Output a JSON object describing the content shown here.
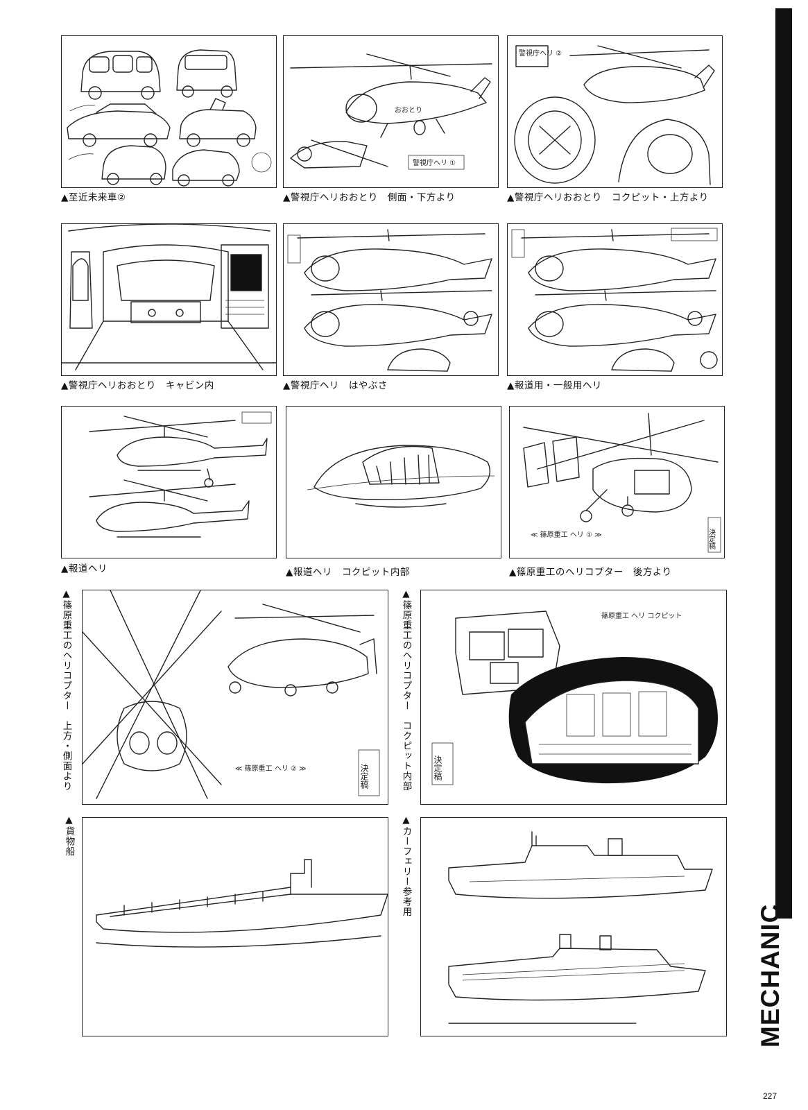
{
  "captions": {
    "c1": "▲至近未来車②",
    "c2": "▲警視庁ヘリおおとり　側面・下方より",
    "c3": "▲警視庁ヘリおおとり　コクピット・上方より",
    "c4": "▲警視庁ヘリおおとり　キャビン内",
    "c5": "▲警視庁ヘリ　はやぶさ",
    "c6": "▲報道用・一般用ヘリ",
    "c7": "▲報道ヘリ",
    "c8": "▲報道ヘリ　コクピット内部",
    "c9": "▲篠原重工のヘリコプター　後方より",
    "c10": "▲篠原重工のヘリコプター　上方・側面より",
    "c11": "▲篠原重工のヘリコプター　コクピット内部",
    "c12": "▲貨物船",
    "c13": "▲カーフェリー参考用"
  },
  "annotations": {
    "a_keishicho1": "警視庁ヘリ ①",
    "a_ootori": "おおとり",
    "a_keishicho2": "警視庁ヘリ ②",
    "a_kettei": "決定稿",
    "a_shinohara1": "≪ 篠原重工 ヘリ ① ≫",
    "a_shinohara2": "≪ 篠原重工 ヘリ ② ≫",
    "a_shinohara_cockpit": "篠原重工 ヘリ コクピット"
  },
  "section_label": "MECHANIC",
  "page_number": "227"
}
